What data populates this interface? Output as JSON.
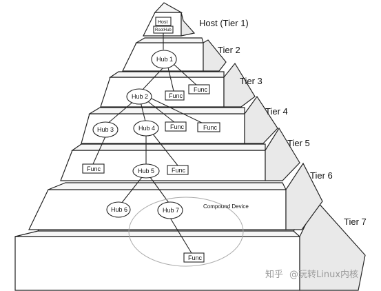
{
  "host": {
    "label": "Host",
    "sublabel": "RootHub"
  },
  "tiers": [
    "Host (Tier 1)",
    "Tier 2",
    "Tier 3",
    "Tier 4",
    "Tier 5",
    "Tier 6",
    "Tier 7"
  ],
  "nodes": {
    "hub1": "Hub 1",
    "hub2": "Hub 2",
    "hub3": "Hub 3",
    "hub4": "Hub 4",
    "hub5": "Hub 5",
    "hub6": "Hub 6",
    "hub7": "Hub 7",
    "func_label": "Func"
  },
  "compound_device_label": "Compound Device",
  "watermark": {
    "brand": "知乎",
    "author": "@玩转Linux内核"
  }
}
